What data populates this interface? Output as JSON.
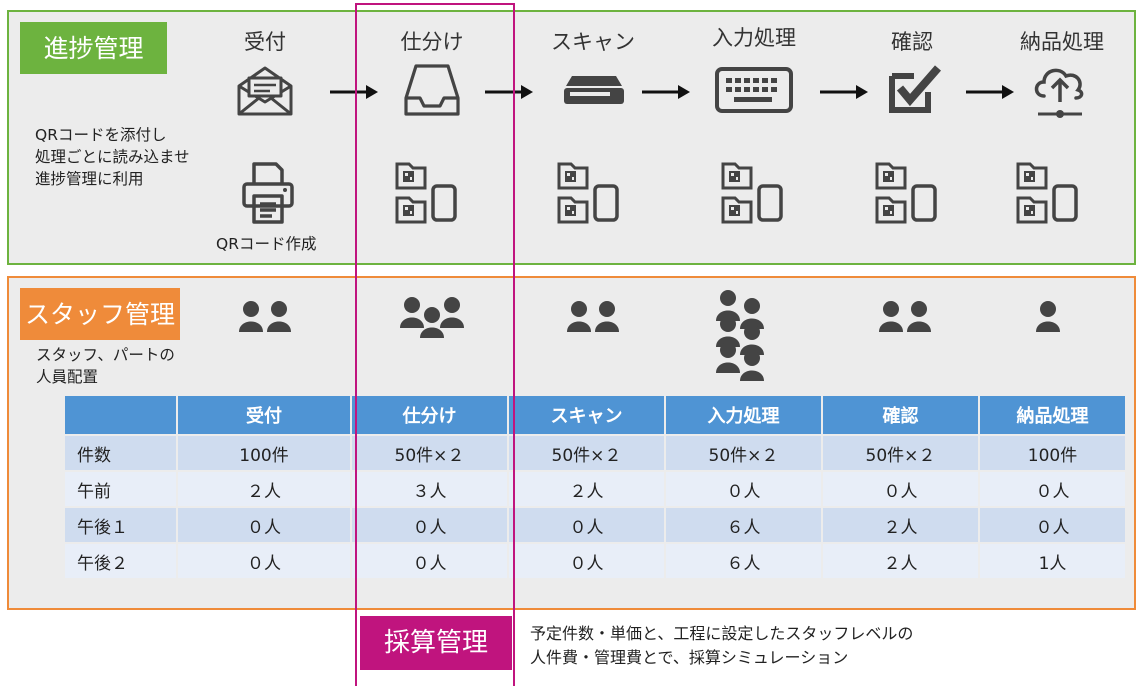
{
  "progress": {
    "tag": "進捗管理",
    "stages": [
      "受付",
      "仕分け",
      "スキャン",
      "入力処理",
      "確認",
      "納品処理"
    ],
    "note_lines": [
      "QRコードを添付し",
      "処理ごとに読み込ませ",
      "進捗管理に利用"
    ],
    "printer_caption": "QRコード作成"
  },
  "staff": {
    "tag": "スタッフ管理",
    "note_lines": [
      "スタッフ、パートの",
      "人員配置"
    ],
    "people_counts": [
      2,
      3,
      2,
      6,
      2,
      1
    ],
    "table": {
      "headers": [
        "",
        "受付",
        "仕分け",
        "スキャン",
        "入力処理",
        "確認",
        "納品処理"
      ],
      "rows": [
        [
          "件数",
          "100件",
          "50件×２",
          "50件×２",
          "50件×２",
          "50件×２",
          "100件"
        ],
        [
          "午前",
          "２人",
          "３人",
          "２人",
          "０人",
          "０人",
          "０人"
        ],
        [
          "午後１",
          "０人",
          "０人",
          "０人",
          "６人",
          "２人",
          "０人"
        ],
        [
          "午後２",
          "０人",
          "０人",
          "０人",
          "６人",
          "２人",
          "1人"
        ]
      ]
    }
  },
  "cost": {
    "tag": "採算管理",
    "desc_lines": [
      "予定件数・単価と、工程に設定したスタッフレベルの",
      "人件費・管理費とで、採算シミュレーション"
    ]
  },
  "colors": {
    "green": "#6db33f",
    "orange": "#ef8b3a",
    "magenta": "#c0147e",
    "table_header": "#4f94d4",
    "icon": "#444444"
  }
}
